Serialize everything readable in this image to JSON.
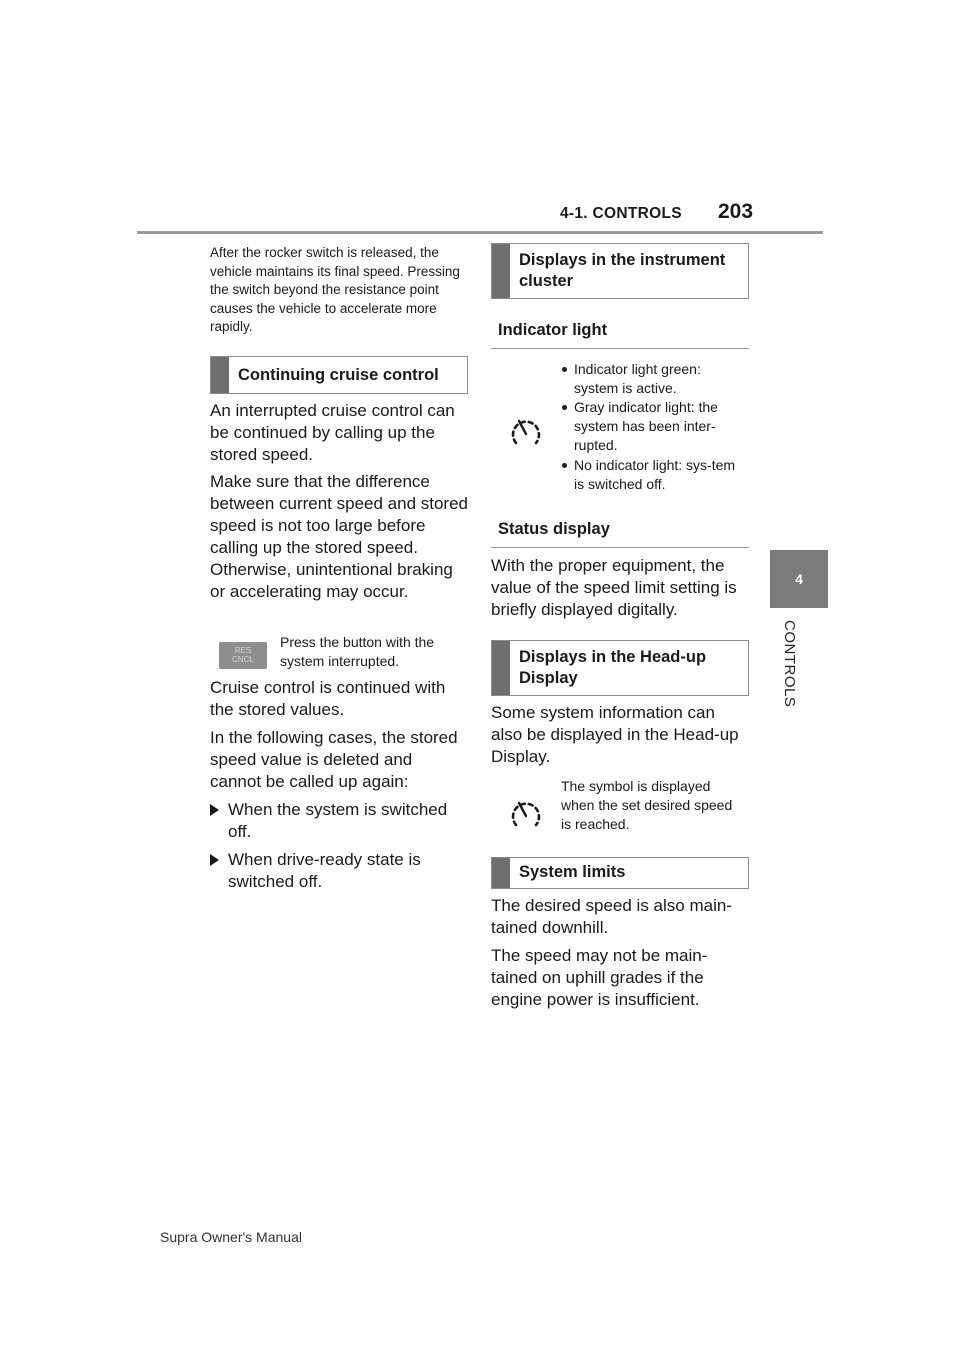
{
  "header": {
    "section": "4-1. CONTROLS",
    "page_number": "203"
  },
  "side_tab": {
    "chapter_number": "4",
    "chapter_label": "CONTROLS"
  },
  "left_column": {
    "intro": "After the rocker switch is released, the vehicle maintains its final speed. Pressing the switch beyond the resistance point causes the vehicle to accelerate more rapidly.",
    "heading_continuing": "Continuing cruise control",
    "para1": "An interrupted cruise control can be continued by calling up the stored speed.",
    "para2": "Make sure that the difference between current speed and stored speed is not too large before calling up the stored speed. Otherwise, unintentional braking or accelerating may occur.",
    "button": {
      "line1": "RES",
      "line2": "CNCL",
      "caption": "Press the button with the system interrupted."
    },
    "para3": "Cruise control is continued with the stored values.",
    "para4": "In the following cases, the stored speed value is deleted and cannot be called up again:",
    "bullets": [
      "When the system is switched off.",
      "When drive-ready state is switched off."
    ]
  },
  "right_column": {
    "heading_displays_cluster": "Displays in the instrument cluster",
    "sub_indicator": "Indicator light",
    "indicator_items": [
      "Indicator light green: system is active.",
      "Gray indicator light: the system has been inter-rupted.",
      "No indicator light: sys-tem is switched off."
    ],
    "sub_status": "Status display",
    "status_text": "With the proper equipment, the value of the speed limit setting is briefly displayed digitally.",
    "heading_hud": "Displays in the Head-up Display",
    "hud_text": "Some system information can also be displayed in the Head-up Display.",
    "hud_symbol_caption": "The symbol is displayed when the set desired speed is reached.",
    "heading_limits": "System limits",
    "limits_para1": "The desired speed is also main-tained downhill.",
    "limits_para2": "The speed may not be main-tained on uphill grades if the engine power is insufficient."
  },
  "footer": {
    "manual": "Supra Owner's Manual"
  },
  "icons": {
    "indicator": "speedometer-icon",
    "hud_symbol": "speedometer-icon",
    "bullet": "triangle-bullet-icon"
  }
}
